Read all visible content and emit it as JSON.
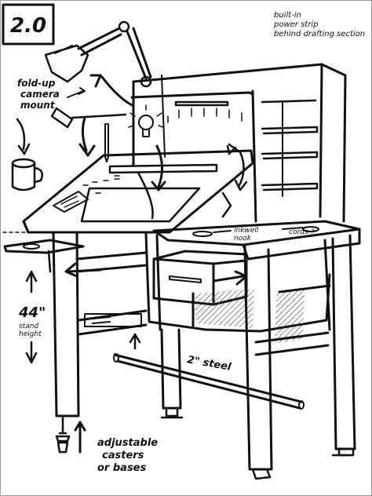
{
  "version_label": "2.0",
  "notes": {
    "power_strip": [
      "built-in",
      "power strip",
      "behind drafting section"
    ],
    "camera_mount": [
      "fold-up",
      "camera",
      "mount"
    ],
    "inkwell": [
      "inkwell",
      "nook"
    ],
    "cords": "cords ?",
    "height_value": "44\"",
    "height_caption": [
      "stand",
      "height"
    ],
    "steel": "2\" steel",
    "casters": [
      "adjustable",
      "casters",
      "or bases"
    ]
  },
  "colors": {
    "ink": "#111111",
    "paper": "#ffffff",
    "hatch": "#444444"
  }
}
